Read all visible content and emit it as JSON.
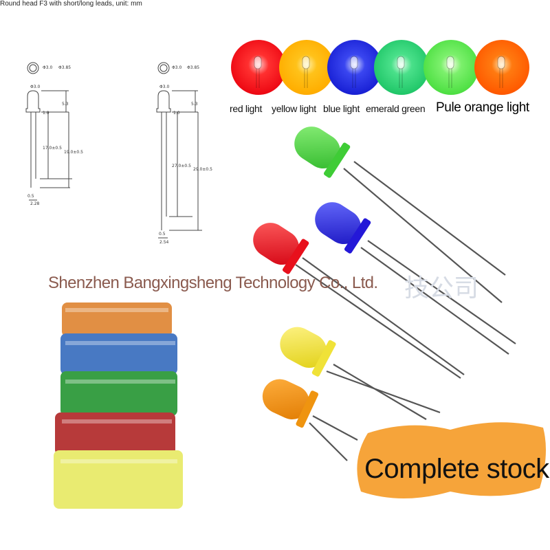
{
  "diagram": {
    "title": "Round head F3 with short/long leads, unit: mm",
    "left": {
      "dia_top": "Φ3.0",
      "dia_flange": "Φ3.85",
      "dia_body": "Φ3.0",
      "head_len": "5.3",
      "flange": "1.0",
      "short_lead": "17.0±0.5",
      "long_lead": "19.0±0.5",
      "lead_w": "0.5",
      "pitch": "2.28"
    },
    "right": {
      "dia_top": "Φ3.0",
      "dia_flange": "Φ3.85",
      "dia_body": "Φ3.0",
      "head_len": "5.3",
      "flange": "1.0",
      "short_lead": "27.0±0.5",
      "long_lead": "29.0±0.5",
      "lead_w": "0.5",
      "pitch": "2.54"
    }
  },
  "colors": {
    "red": "#ff1a1a",
    "yellow": "#ffae00",
    "blue": "#1a22d6",
    "emerald": "#22c86a",
    "green": "#4fe044",
    "orange": "#ff5a00"
  },
  "labels": {
    "red": "red light",
    "yellow": "yellow light",
    "blue": "blue light",
    "emerald": "emerald green",
    "orange": "Pule orange light"
  },
  "company": "Shenzhen Bangxingsheng Technology Co., Ltd.",
  "watermark": "公司",
  "watermark_partial": "技公司",
  "stock": "Complete stock"
}
